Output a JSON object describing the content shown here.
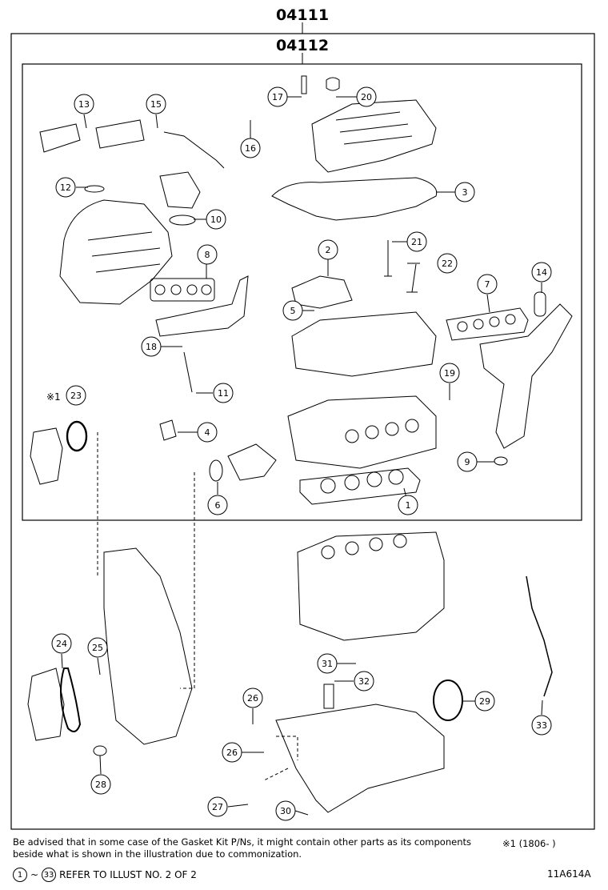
{
  "part_numbers": {
    "outer": "04111",
    "inner": "04112"
  },
  "callouts": [
    {
      "n": "1"
    },
    {
      "n": "2"
    },
    {
      "n": "3"
    },
    {
      "n": "4"
    },
    {
      "n": "5"
    },
    {
      "n": "6"
    },
    {
      "n": "7"
    },
    {
      "n": "8"
    },
    {
      "n": "9"
    },
    {
      "n": "10"
    },
    {
      "n": "11"
    },
    {
      "n": "12"
    },
    {
      "n": "13"
    },
    {
      "n": "14"
    },
    {
      "n": "15"
    },
    {
      "n": "16"
    },
    {
      "n": "17"
    },
    {
      "n": "18"
    },
    {
      "n": "19"
    },
    {
      "n": "20"
    },
    {
      "n": "21"
    },
    {
      "n": "22"
    },
    {
      "n": "23"
    },
    {
      "n": "24"
    },
    {
      "n": "25"
    },
    {
      "n": "26"
    },
    {
      "n": "26"
    },
    {
      "n": "27"
    },
    {
      "n": "28"
    },
    {
      "n": "29"
    },
    {
      "n": "30"
    },
    {
      "n": "31"
    },
    {
      "n": "32"
    },
    {
      "n": "33"
    }
  ],
  "note_mark": "※1",
  "footer": {
    "advisory": "Be advised that in some case of the Gasket Kit P/Ns,  it might contain other parts as its components beside what is shown in the illustration due to commonization.",
    "date_note": "※1 (1806-        )",
    "refer_from": "1",
    "refer_tilde": "~",
    "refer_to": "33",
    "refer_text": "REFER TO ILLUST NO. 2 OF 2",
    "illustration_code": "11A614A"
  }
}
